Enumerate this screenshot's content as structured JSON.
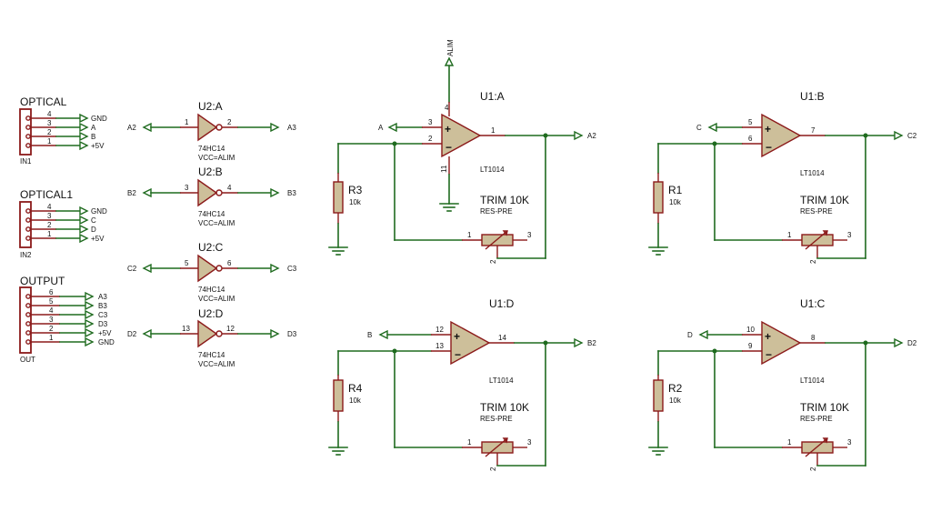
{
  "connectors": [
    {
      "title": "OPTICAL",
      "ref": "IN1",
      "pins": [
        "4",
        "3",
        "2",
        "1"
      ],
      "nets": [
        "GND",
        "A",
        "B",
        "+5V"
      ]
    },
    {
      "title": "OPTICAL1",
      "ref": "IN2",
      "pins": [
        "4",
        "3",
        "2",
        "1"
      ],
      "nets": [
        "GND",
        "C",
        "D",
        "+5V"
      ]
    },
    {
      "title": "OUTPUT",
      "ref": "OUT",
      "pins": [
        "6",
        "5",
        "4",
        "3",
        "2",
        "1"
      ],
      "nets": [
        "A3",
        "B3",
        "C3",
        "D3",
        "+5V",
        "GND"
      ]
    }
  ],
  "inverters": [
    {
      "ref": "U2:A",
      "in_pin": "1",
      "out_pin": "2",
      "in_net": "A2",
      "out_net": "A3",
      "part": "74HC14",
      "power": "VCC=ALIM"
    },
    {
      "ref": "U2:B",
      "in_pin": "3",
      "out_pin": "4",
      "in_net": "B2",
      "out_net": "B3",
      "part": "74HC14",
      "power": "VCC=ALIM"
    },
    {
      "ref": "U2:C",
      "in_pin": "5",
      "out_pin": "6",
      "in_net": "C2",
      "out_net": "C3",
      "part": "74HC14",
      "power": "VCC=ALIM"
    },
    {
      "ref": "U2:D",
      "in_pin": "13",
      "out_pin": "12",
      "in_net": "D2",
      "out_net": "D3",
      "part": "74HC14",
      "power": "VCC=ALIM"
    }
  ],
  "opamps": [
    {
      "ref": "U1:A",
      "plus_pin": "3",
      "minus_pin": "2",
      "out_pin": "1",
      "in_net": "A",
      "out_net": "A2",
      "part": "LT1014",
      "res_ref": "R3",
      "res_val": "10k",
      "trim": "TRIM 10K",
      "trim_type": "RES-PRE",
      "t1": "1",
      "t2": "2",
      "t3": "3",
      "vpin": "4",
      "gpin": "11",
      "vnet": "ALIM"
    },
    {
      "ref": "U1:B",
      "plus_pin": "5",
      "minus_pin": "6",
      "out_pin": "7",
      "in_net": "C",
      "out_net": "C2",
      "part": "LT1014",
      "res_ref": "R1",
      "res_val": "10k",
      "trim": "TRIM 10K",
      "trim_type": "RES-PRE",
      "t1": "1",
      "t2": "2",
      "t3": "3"
    },
    {
      "ref": "U1:D",
      "plus_pin": "12",
      "minus_pin": "13",
      "out_pin": "14",
      "in_net": "B",
      "out_net": "B2",
      "part": "LT1014",
      "res_ref": "R4",
      "res_val": "10k",
      "trim": "TRIM 10K",
      "trim_type": "RES-PRE",
      "t1": "1",
      "t2": "2",
      "t3": "3"
    },
    {
      "ref": "U1:C",
      "plus_pin": "10",
      "minus_pin": "9",
      "out_pin": "8",
      "in_net": "D",
      "out_net": "D2",
      "part": "LT1014",
      "res_ref": "R2",
      "res_val": "10k",
      "trim": "TRIM 10K",
      "trim_type": "RES-PRE",
      "t1": "1",
      "t2": "2",
      "t3": "3"
    }
  ],
  "symbols": {
    "plus": "+",
    "minus": "−"
  }
}
